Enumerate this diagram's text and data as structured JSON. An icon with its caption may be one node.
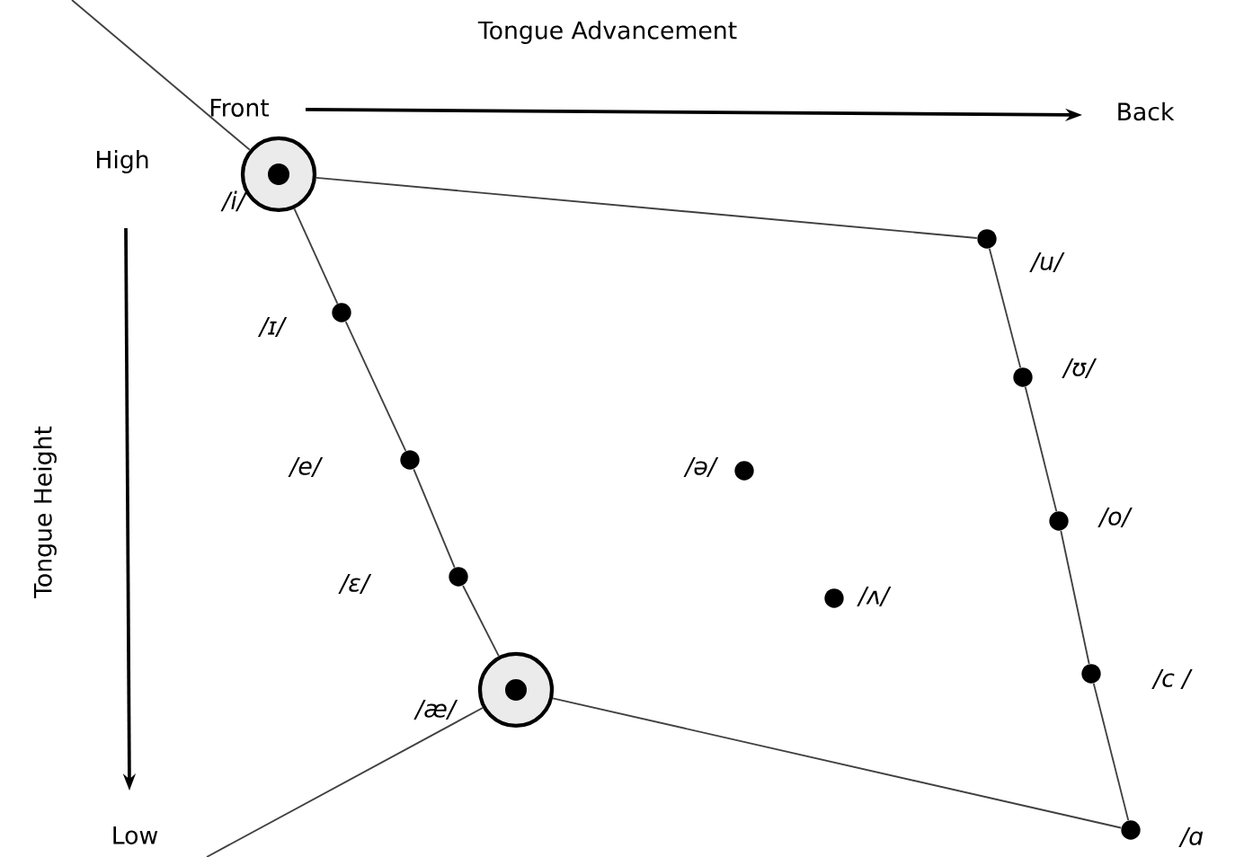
{
  "diagram": {
    "nodes": [
      {
        "text": [],
        "shape": "circle",
        "beside": [
          "/i/"
        ]
      },
      {
        "text": [],
        "shape": "dot",
        "beside": [
          "/ɪ/"
        ]
      },
      {
        "text": [],
        "shape": "dot",
        "beside": [
          "/e/"
        ]
      },
      {
        "text": [],
        "shape": "dot",
        "beside": [
          "/ɛ/"
        ]
      },
      {
        "text": [],
        "shape": "circle",
        "beside": [
          "/æ/"
        ]
      },
      {
        "text": [],
        "shape": "dot",
        "beside": [
          "/ə/"
        ]
      },
      {
        "text": [],
        "shape": "dot",
        "beside": [
          "/ʌ/"
        ]
      },
      {
        "text": [],
        "shape": "dot",
        "beside": [
          "/u/"
        ]
      },
      {
        "text": [],
        "shape": "dot",
        "beside": [
          "/ʊ/"
        ]
      },
      {
        "text": [],
        "shape": "dot",
        "beside": [
          "/o/"
        ]
      },
      {
        "text": [],
        "shape": "dot",
        "beside": [
          "/c /"
        ]
      },
      {
        "text": [],
        "shape": "dot",
        "beside": [
          "/ɑ"
        ]
      }
    ],
    "edges": [
      {
        "from": null,
        "to": 0,
        "arrow": "none"
      },
      {
        "from": 0,
        "to": 7,
        "arrow": "none"
      },
      {
        "from": 0,
        "to": 1,
        "arrow": "none"
      },
      {
        "from": 1,
        "to": 2,
        "arrow": "none"
      },
      {
        "from": 2,
        "to": 3,
        "arrow": "none"
      },
      {
        "from": 3,
        "to": 4,
        "arrow": "none"
      },
      {
        "from": 7,
        "to": 8,
        "arrow": "none"
      },
      {
        "from": 8,
        "to": 9,
        "arrow": "none"
      },
      {
        "from": 9,
        "to": 10,
        "arrow": "none"
      },
      {
        "from": 10,
        "to": 11,
        "arrow": "none"
      },
      {
        "from": 4,
        "to": 11,
        "arrow": "none"
      },
      {
        "from": 4,
        "to": null,
        "arrow": "none"
      }
    ],
    "labels": [
      "Tongue Advancement",
      "Front",
      "Back",
      "High",
      "Tongue Height",
      "Low"
    ]
  }
}
